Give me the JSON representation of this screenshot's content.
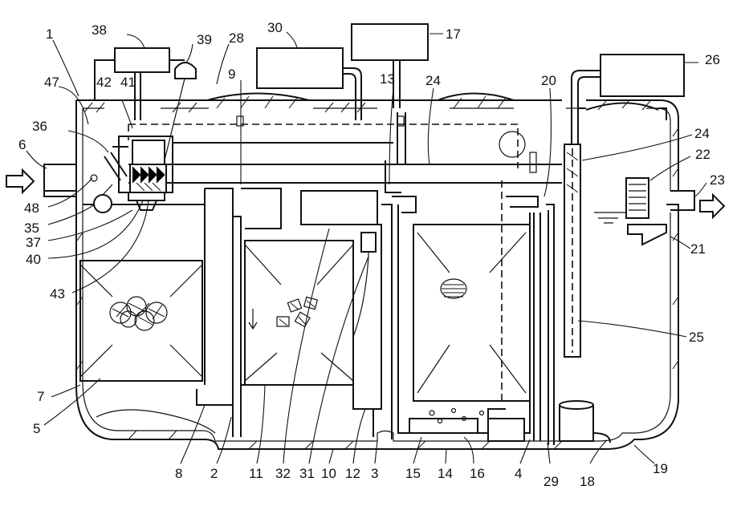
{
  "labels": [
    {
      "id": "1",
      "text": "1"
    },
    {
      "id": "2",
      "text": "2"
    },
    {
      "id": "3",
      "text": "3"
    },
    {
      "id": "4",
      "text": "4"
    },
    {
      "id": "5",
      "text": "5"
    },
    {
      "id": "6",
      "text": "6"
    },
    {
      "id": "7",
      "text": "7"
    },
    {
      "id": "8",
      "text": "8"
    },
    {
      "id": "9",
      "text": "9"
    },
    {
      "id": "10",
      "text": "10"
    },
    {
      "id": "11",
      "text": "11"
    },
    {
      "id": "12",
      "text": "12"
    },
    {
      "id": "13",
      "text": "13"
    },
    {
      "id": "14",
      "text": "14"
    },
    {
      "id": "15",
      "text": "15"
    },
    {
      "id": "16",
      "text": "16"
    },
    {
      "id": "17",
      "text": "17"
    },
    {
      "id": "18",
      "text": "18"
    },
    {
      "id": "19",
      "text": "19"
    },
    {
      "id": "20",
      "text": "20"
    },
    {
      "id": "21",
      "text": "21"
    },
    {
      "id": "22",
      "text": "22"
    },
    {
      "id": "23",
      "text": "23"
    },
    {
      "id": "24a",
      "text": "24"
    },
    {
      "id": "24b",
      "text": "24"
    },
    {
      "id": "25",
      "text": "25"
    },
    {
      "id": "26",
      "text": "26"
    },
    {
      "id": "28",
      "text": "28"
    },
    {
      "id": "29",
      "text": "29"
    },
    {
      "id": "30",
      "text": "30"
    },
    {
      "id": "31",
      "text": "31"
    },
    {
      "id": "32",
      "text": "32"
    },
    {
      "id": "35",
      "text": "35"
    },
    {
      "id": "36",
      "text": "36"
    },
    {
      "id": "37",
      "text": "37"
    },
    {
      "id": "38",
      "text": "38"
    },
    {
      "id": "39",
      "text": "39"
    },
    {
      "id": "40",
      "text": "40"
    },
    {
      "id": "41",
      "text": "41"
    },
    {
      "id": "42",
      "text": "42"
    },
    {
      "id": "43",
      "text": "43"
    },
    {
      "id": "47",
      "text": "47"
    },
    {
      "id": "48",
      "text": "48"
    }
  ],
  "icons": {
    "inlet_arrow": "arrow-right-icon",
    "outlet_arrow": "arrow-right-icon"
  }
}
